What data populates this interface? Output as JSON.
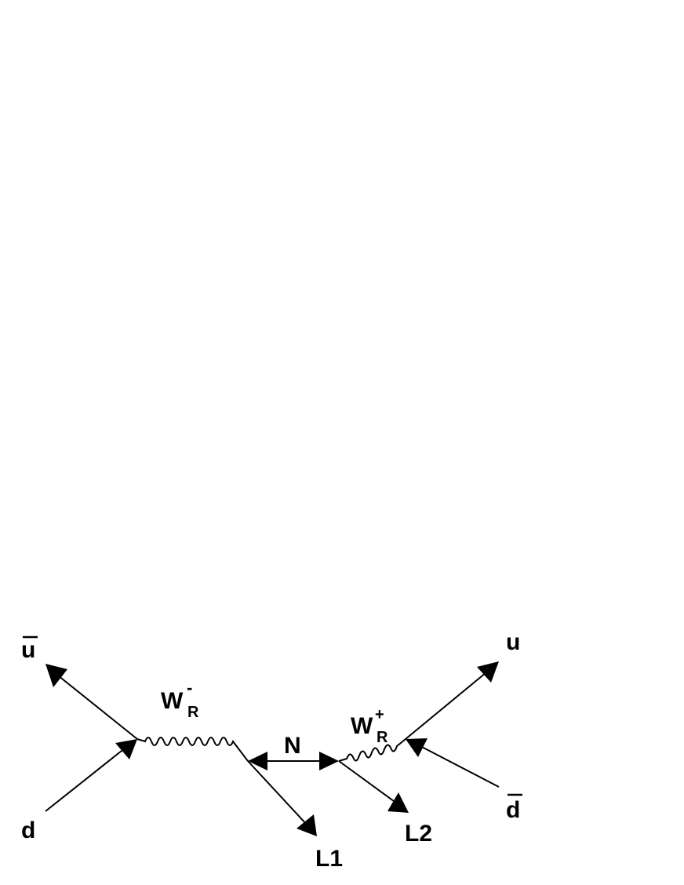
{
  "diagram": {
    "type": "feynman",
    "background": "#ffffff",
    "line_color": "#000000",
    "labels": {
      "u_bar_in": "u",
      "d_in": "d",
      "W_minus": "W",
      "W_minus_sup": "-",
      "W_minus_sub": "R",
      "N": "N",
      "W_plus": "W",
      "W_plus_sup": "+",
      "W_plus_sub": "R",
      "L1": "L1",
      "L2": "L2",
      "u_out": "u",
      "d_bar_out": "d"
    },
    "vertices": [
      {
        "id": "v1",
        "desc": "d + u-bar annihilation to W_R-"
      },
      {
        "id": "v2",
        "desc": "W_R- to N + L1"
      },
      {
        "id": "v3",
        "desc": "N to L2 + W_R+"
      },
      {
        "id": "v4",
        "desc": "W_R+ to u + d-bar"
      }
    ],
    "propagators": [
      {
        "from": "v1",
        "to": "v2",
        "particle": "W_R-",
        "style": "wavy"
      },
      {
        "from": "v2",
        "to": "v3",
        "particle": "N",
        "style": "double-arrow"
      },
      {
        "from": "v3",
        "to": "v4",
        "particle": "W_R+",
        "style": "wavy"
      }
    ]
  }
}
